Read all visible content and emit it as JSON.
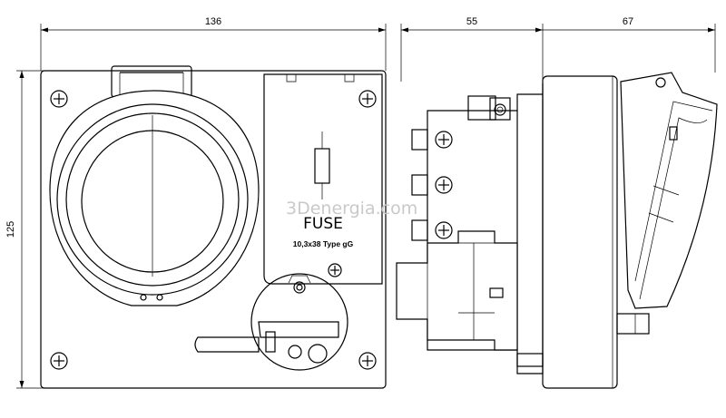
{
  "dimensions": {
    "front_width": "136",
    "side_depth": "55",
    "lid_depth": "67",
    "height": "125"
  },
  "fuse_cover": {
    "title": "FUSE",
    "rating": "10,3x38 Type gG"
  },
  "watermark": "3Denergia.com"
}
